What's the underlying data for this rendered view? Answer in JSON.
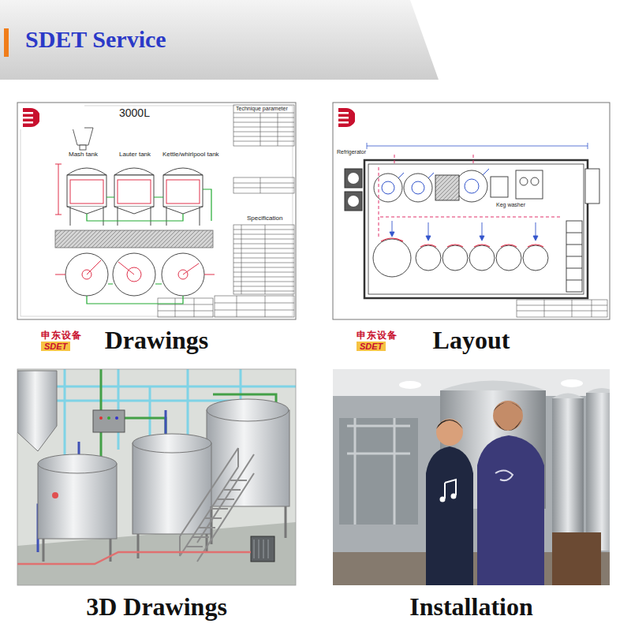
{
  "diagram": {
    "title": "SDET Service",
    "nodes": [
      {
        "text": [
          "Drawings"
        ]
      },
      {
        "text": [
          "申东设备",
          "SDET"
        ],
        "in": 0
      },
      {
        "text": [
          "Layout"
        ]
      },
      {
        "text": [
          "申东设备",
          "SDET"
        ],
        "in": 2
      },
      {
        "text": [
          "3D Drawings"
        ]
      },
      {
        "text": [
          "Installation"
        ]
      }
    ],
    "labels": [
      "3000L",
      "Technique parameter",
      "Mash tank",
      "Lauter tank",
      "Kettle/whirlpool tank",
      "Specification",
      "Refrigerator",
      "Keg washer"
    ]
  }
}
